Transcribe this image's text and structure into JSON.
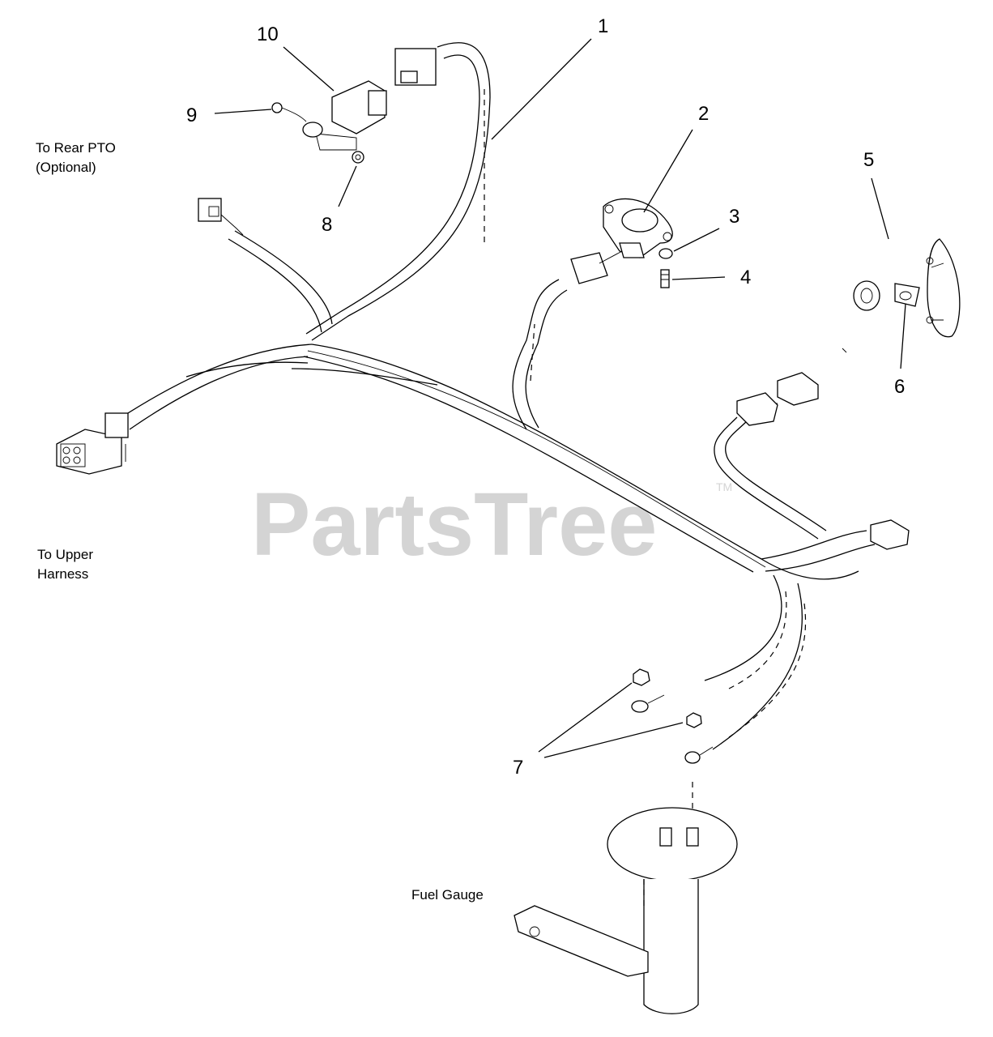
{
  "watermark": {
    "brand": "PartsTree",
    "trademark": "TM"
  },
  "labels": {
    "rear_pto": [
      "To Rear PTO",
      "(Optional)"
    ],
    "upper_harness": [
      "To Upper",
      "Harness"
    ],
    "fuel_gauge": "Fuel Gauge"
  },
  "callouts": {
    "c1": "1",
    "c2": "2",
    "c3": "3",
    "c4": "4",
    "c5": "5",
    "c6": "6",
    "c7": "7",
    "c8": "8",
    "c9": "9",
    "c10": "10"
  }
}
